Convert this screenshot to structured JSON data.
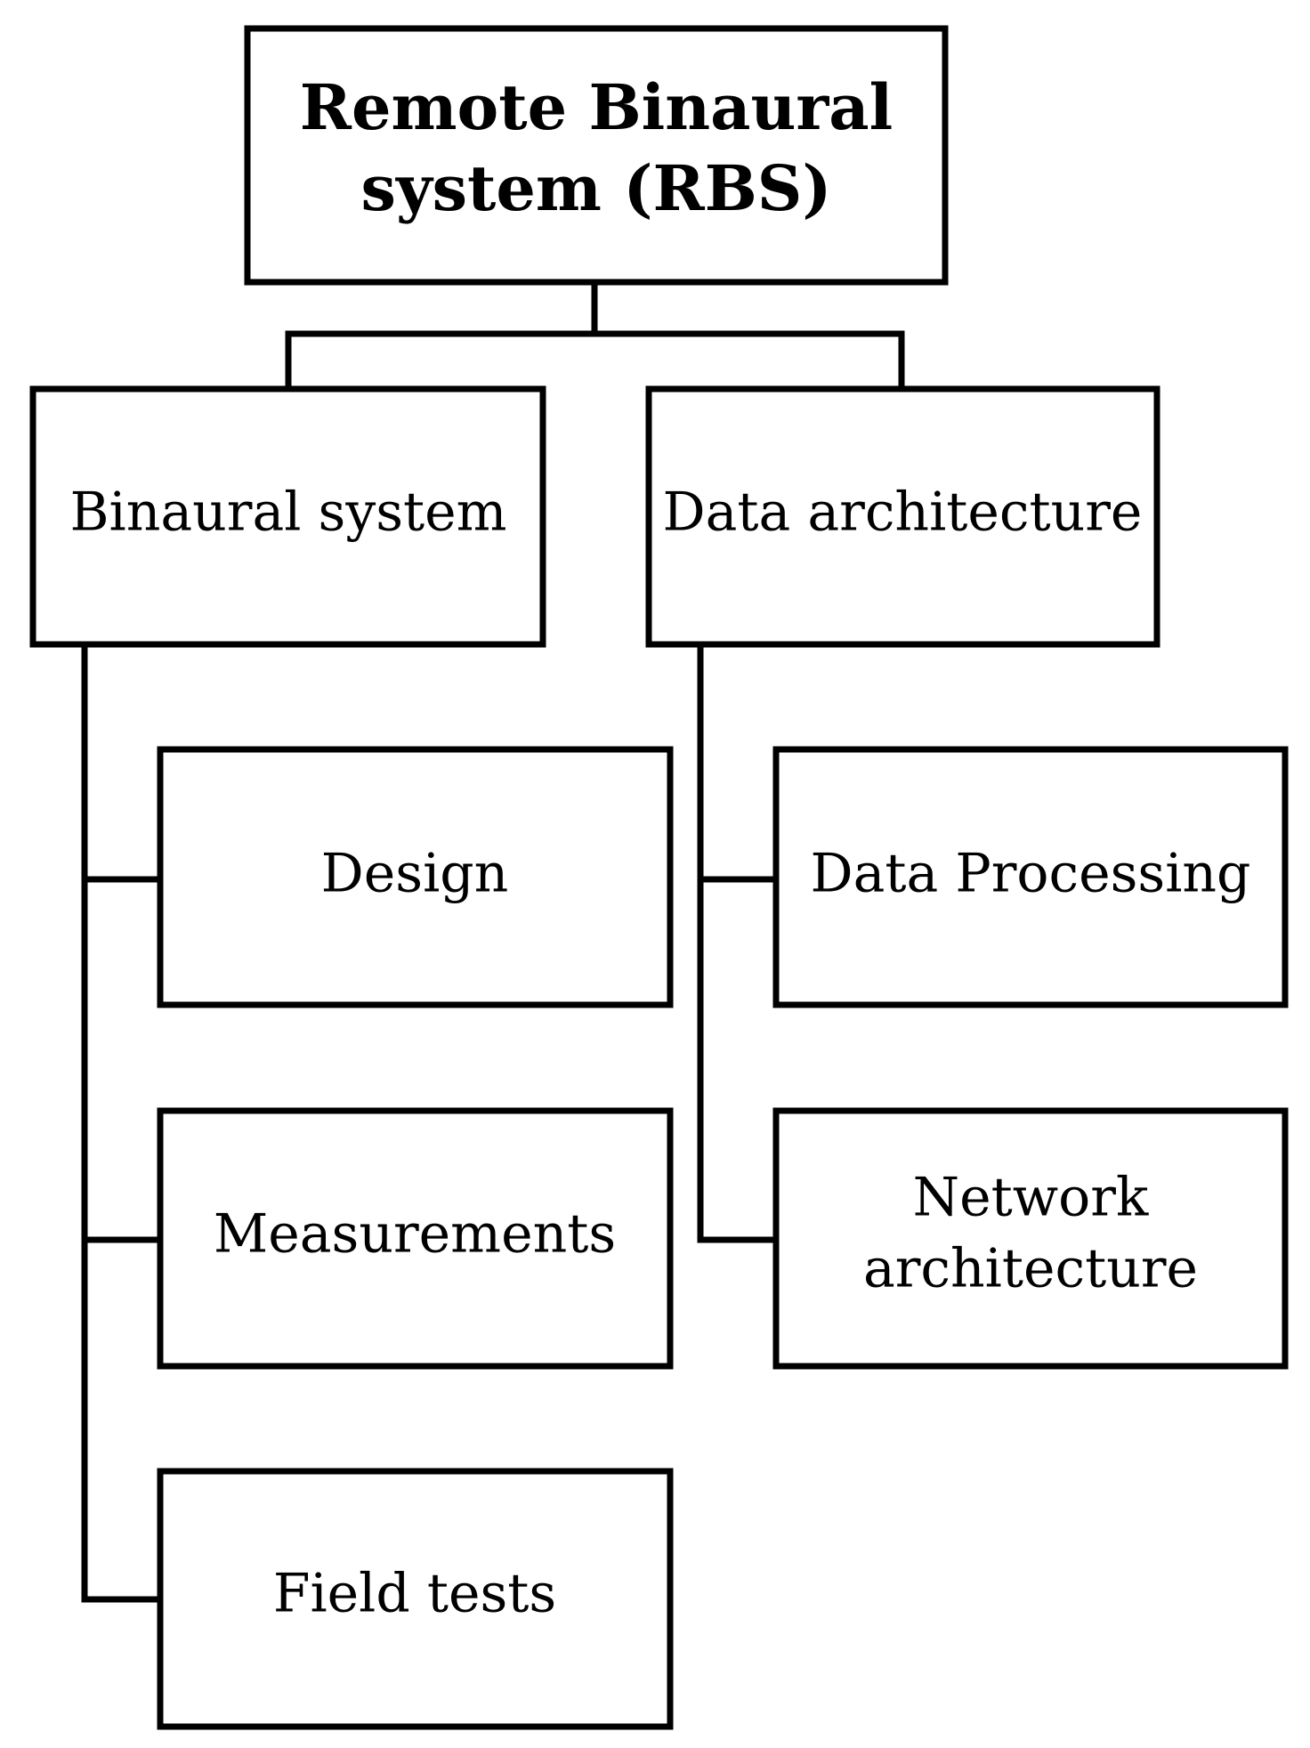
{
  "diagram": {
    "root": {
      "line1": "Remote Binaural",
      "line2": "system (RBS)"
    },
    "branches": [
      {
        "label": "Binaural system",
        "children": [
          "Design",
          "Measurements",
          "Field tests"
        ]
      },
      {
        "label": "Data architecture",
        "children": [
          "Data Processing"
        ],
        "network": {
          "line1": "Network",
          "line2": "architecture"
        }
      }
    ]
  },
  "colors": {
    "stroke": "#000000",
    "background": "#ffffff"
  }
}
